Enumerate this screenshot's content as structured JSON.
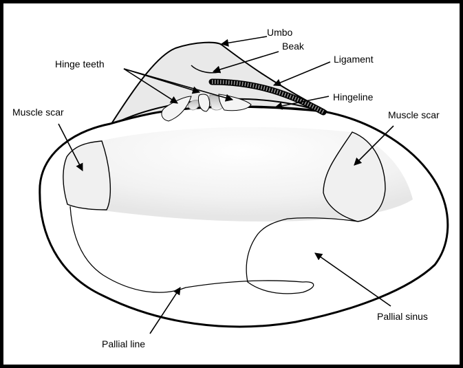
{
  "figure": {
    "labels": {
      "umbo": "Umbo",
      "beak": "Beak",
      "ligament": "Ligament",
      "hinge_teeth": "Hinge teeth",
      "hingeline": "Hingeline",
      "muscle_scar_left": "Muscle scar",
      "muscle_scar_right": "Muscle scar",
      "pallial_sinus": "Pallial sinus",
      "pallial_line": "Pallial line"
    },
    "colors": {
      "outline": "#000000",
      "shell_fill": "#ffffff",
      "interior_shade": "#ececec",
      "scar_fill": "#f0f0f0",
      "umbo_fill": "#e9e9e9",
      "ligament": "#555555"
    }
  }
}
